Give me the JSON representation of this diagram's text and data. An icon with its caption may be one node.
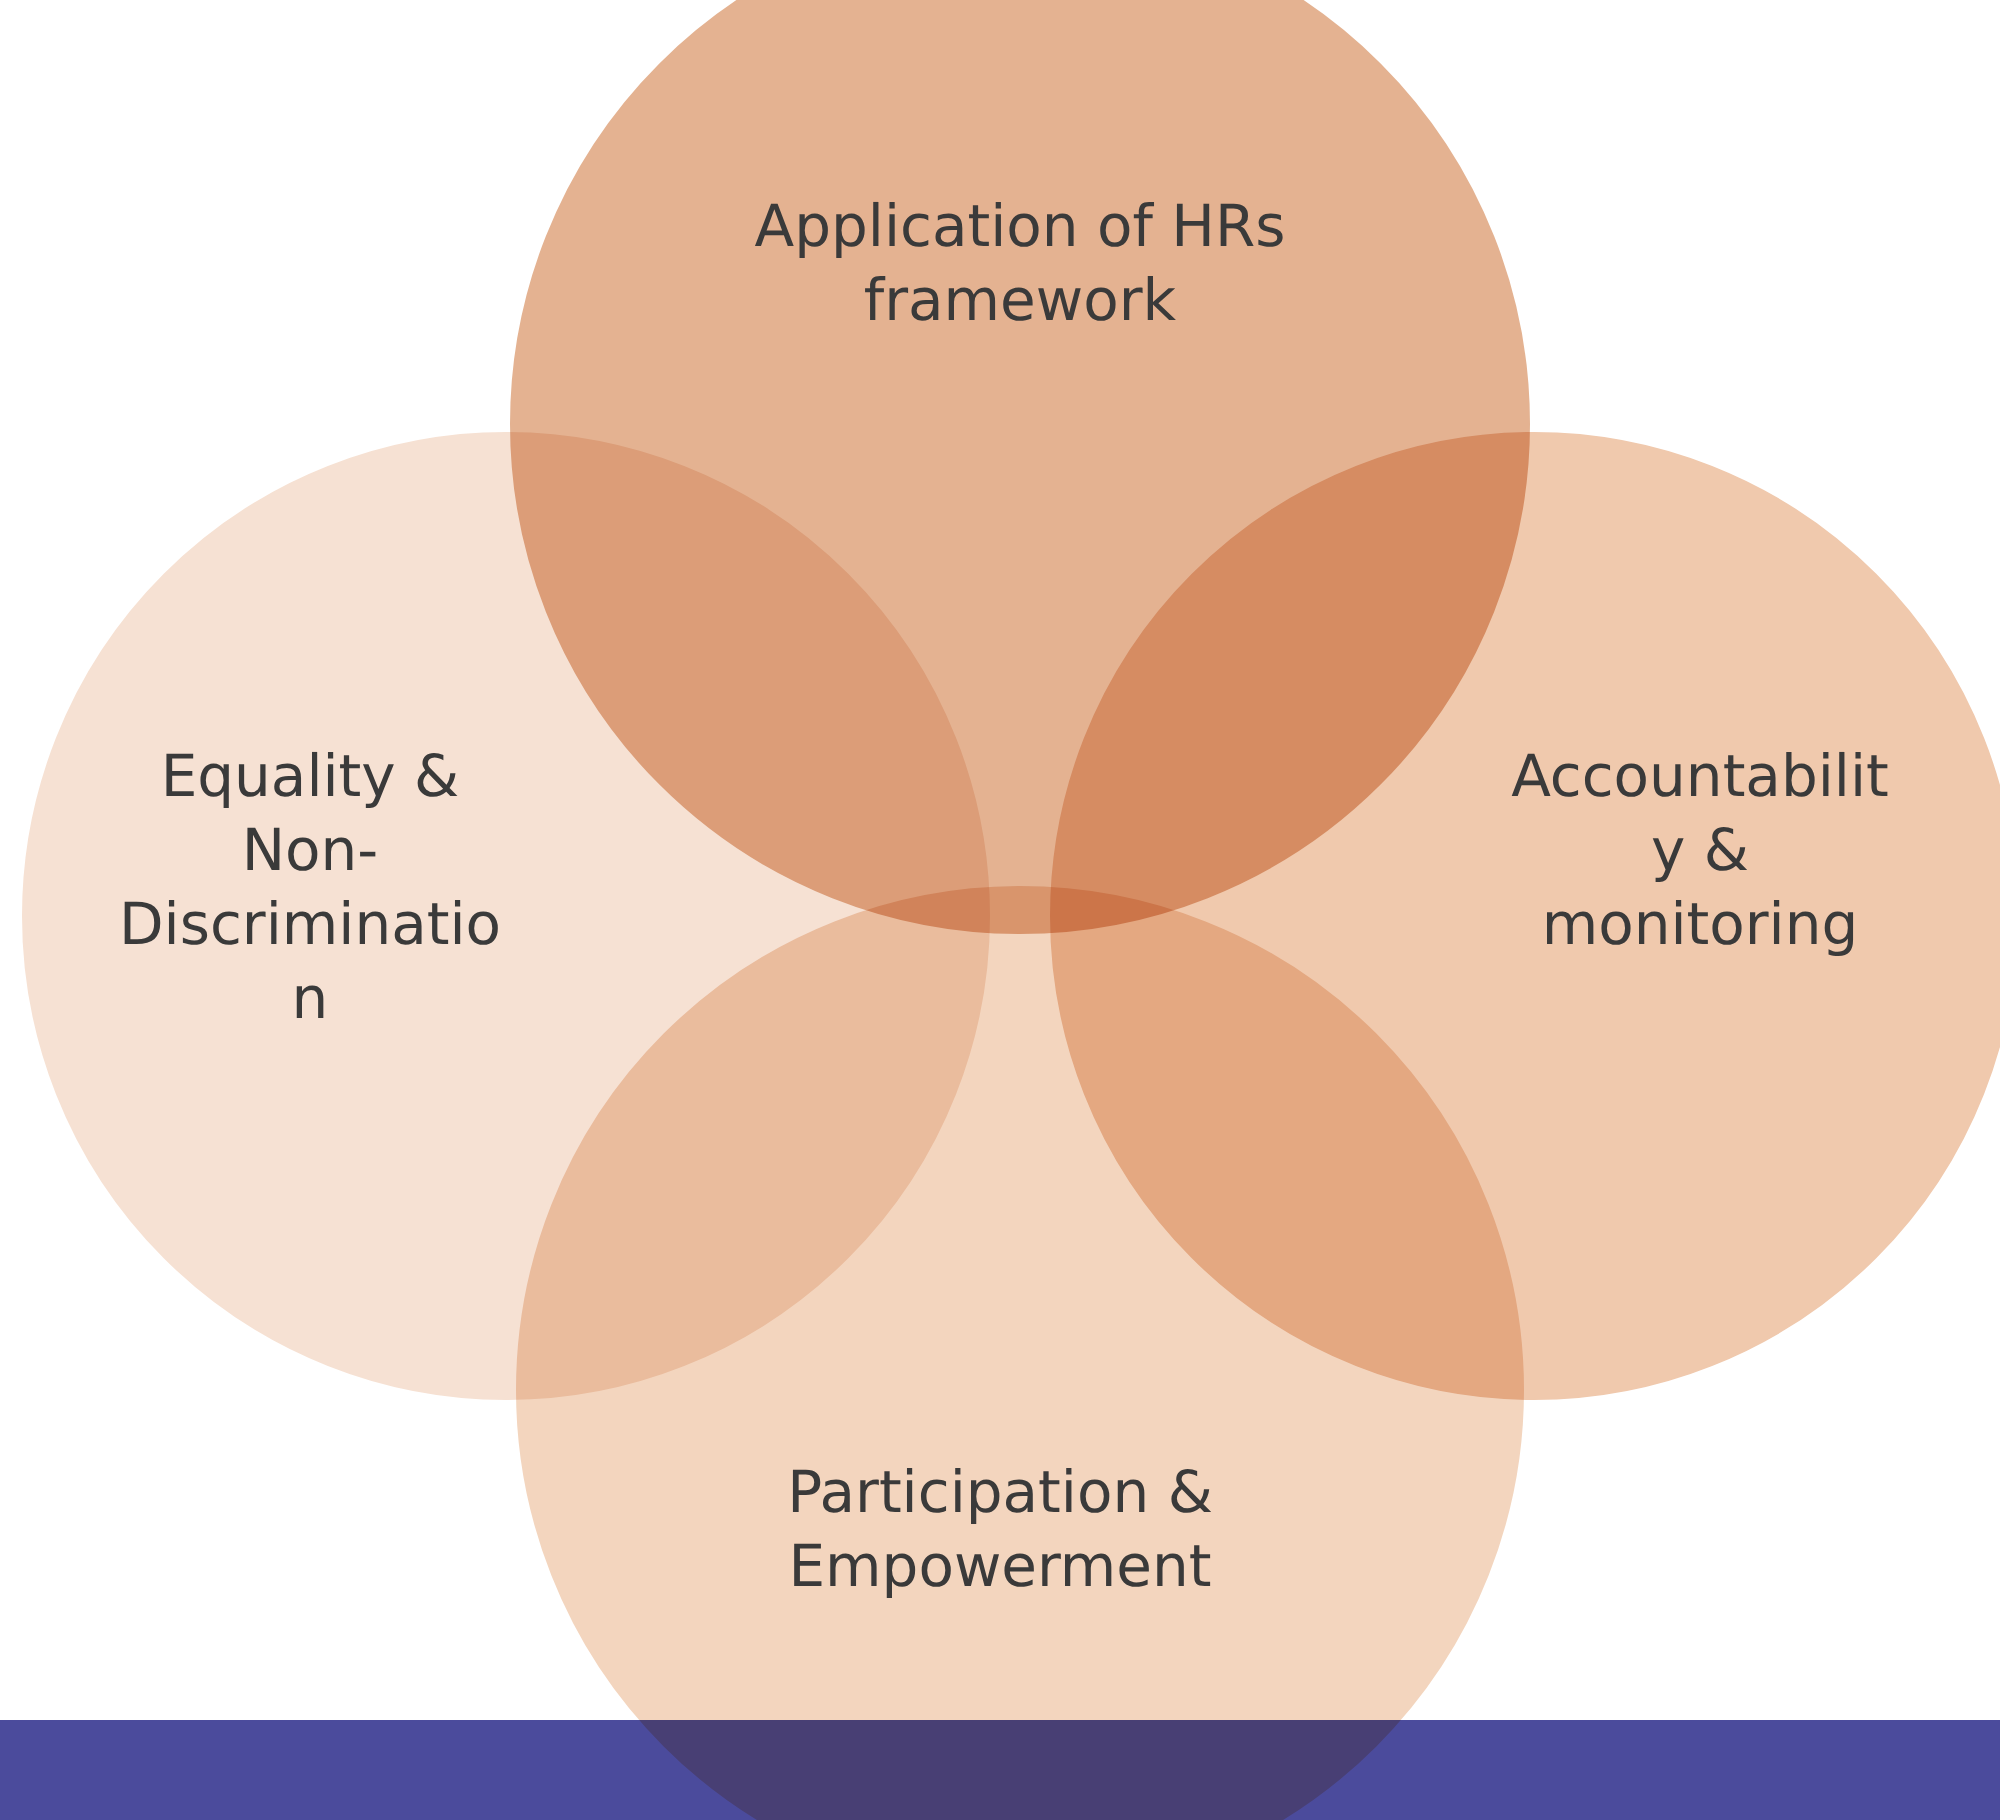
{
  "diagram": {
    "nodes": [
      {
        "text": [
          "Application of HRs framework"
        ]
      },
      {
        "text": [
          "Equality & Non-Discrimination"
        ]
      },
      {
        "text": [
          "Accountability & monitoring"
        ]
      },
      {
        "text": [
          "Participation & Empowerment"
        ]
      },
      {
        "text": [],
        "shape": "bar"
      }
    ]
  }
}
